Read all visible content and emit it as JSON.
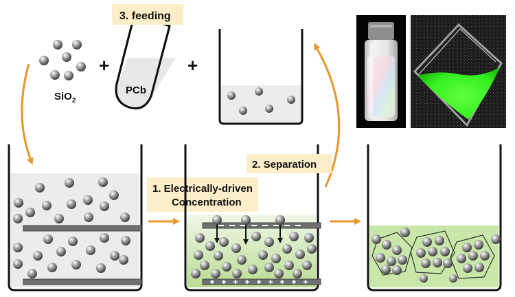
{
  "labels": {
    "feeding": "3. feeding",
    "sio2_main": "SiO",
    "sio2_sub": "2",
    "pcb": "PCb",
    "plus": "+",
    "separation": "2. Separation",
    "concentration_line1": "1. Electrically-driven",
    "concentration_line2": "Concentration",
    "minus_sign": "−",
    "plus_sign": "+"
  },
  "colors": {
    "arrow": "#e8952a",
    "label_bg": "#fbeec8",
    "green_solution": "#c9e7a8",
    "grey_solution": "#ececec",
    "electrode": "#6f6f6f",
    "fluorescent_green": "#3cff2a"
  },
  "photos": {
    "left": "vial-photo",
    "right": "fluorescent-film-photo"
  }
}
